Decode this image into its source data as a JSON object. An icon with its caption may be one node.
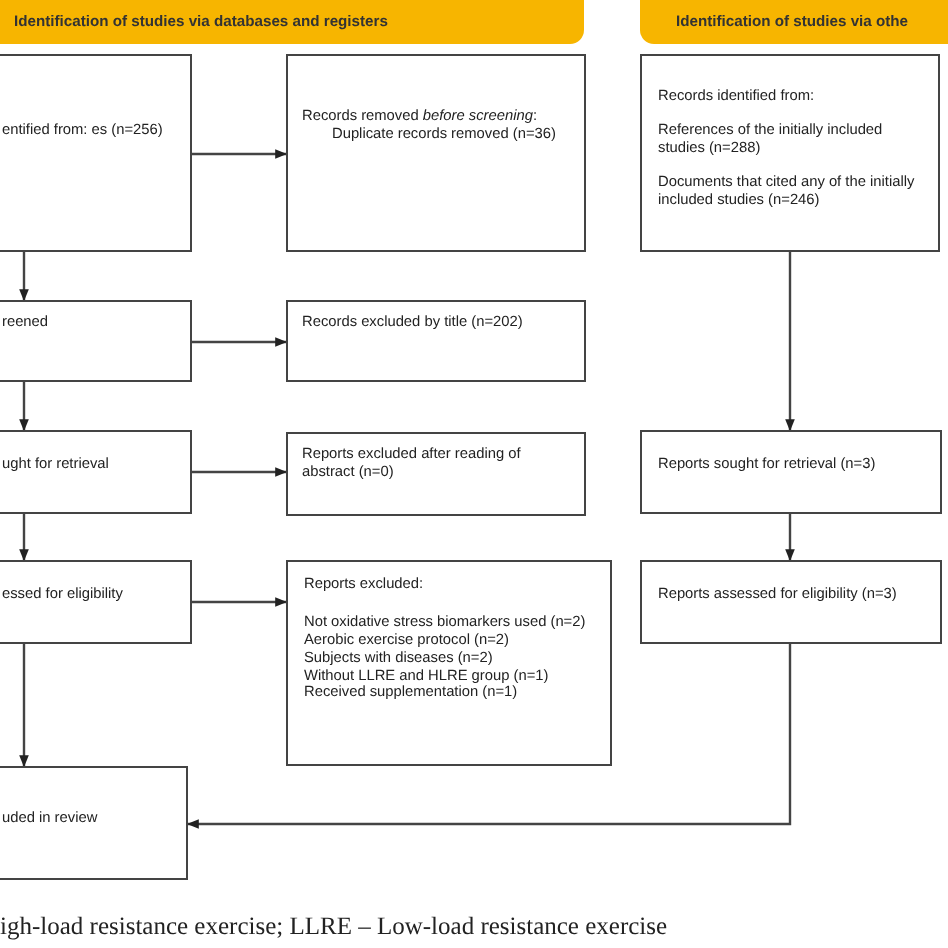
{
  "diagram": {
    "caption": "igh-load resistance exercise; LLRE – Low-load resistance exercise",
    "nodes": [
      {
        "text": [
          "Identification of studies via databases and registers"
        ]
      },
      {
        "text": [
          "Identification of studies via othe"
        ]
      },
      {
        "text": [
          "entified from: es (n=256)"
        ]
      },
      {
        "text": [
          "Records removed *before screening*:",
          "Duplicate records removed (n=36)"
        ]
      },
      {
        "text": [
          "Records identified from:",
          "References of the initially included studies (n=288)",
          "Documents that cited any of the initially included studies (n=246)"
        ]
      },
      {
        "text": [
          "reened"
        ]
      },
      {
        "text": [
          "Records excluded by title (n=202)"
        ]
      },
      {
        "text": [
          "ught for retrieval"
        ]
      },
      {
        "text": [
          "Reports excluded after reading of abstract (n=0)"
        ]
      },
      {
        "text": [
          "Reports sought for retrieval (n=3)"
        ]
      },
      {
        "text": [
          "essed for eligibility"
        ]
      },
      {
        "text": [
          "Reports excluded:",
          "Not oxidative stress biomarkers used (n=2)",
          "Aerobic exercise protocol (n=2)",
          "Subjects with diseases (n=2)",
          "Without LLRE and HLRE group (n=1)",
          "Received supplementation (n=1)"
        ]
      },
      {
        "text": [
          "Reports assessed for eligibility (n=3)"
        ]
      },
      {
        "text": [
          "uded in review"
        ]
      }
    ],
    "edges": [
      {
        "from": 2,
        "to": 3,
        "arrow": "to"
      },
      {
        "from": 2,
        "to": 5,
        "arrow": "to"
      },
      {
        "from": 5,
        "to": 6,
        "arrow": "to"
      },
      {
        "from": 5,
        "to": 7,
        "arrow": "to"
      },
      {
        "from": 7,
        "to": 8,
        "arrow": "to"
      },
      {
        "from": 7,
        "to": 10,
        "arrow": "to"
      },
      {
        "from": 10,
        "to": 11,
        "arrow": "to"
      },
      {
        "from": 10,
        "to": 13,
        "arrow": "to"
      },
      {
        "from": 4,
        "to": 9,
        "arrow": "to"
      },
      {
        "from": 9,
        "to": 12,
        "arrow": "to"
      },
      {
        "from": 12,
        "to": 13,
        "arrow": "to"
      }
    ]
  }
}
